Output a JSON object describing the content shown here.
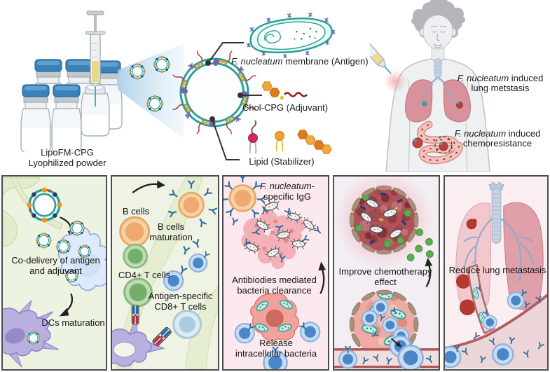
{
  "figure": {
    "product": {
      "line1": "LipoFM-CPG",
      "line2": "Lyophilized powder"
    },
    "legend": {
      "antigen_italic": "F. nucleatum",
      "antigen_rest": " membrane (Antigen)",
      "adjuvant": "Chol-CPG (Adjuvant)",
      "stabilizer": "Lipid (Stabilizer)"
    },
    "patient": {
      "lung_italic": "F. nucleatum",
      "lung_rest": " induced",
      "lung_line2": "lung metstasis",
      "chemo_italic": "F. nucleatum",
      "chemo_rest": " induced",
      "chemo_line2": "chemoresistance"
    },
    "panel_dc": {
      "line1": "Co-delivery of antigen",
      "line2": "and adjuvant",
      "maturation": "DCs maturation"
    },
    "panel_lymph": {
      "b_cells": "B cells",
      "mat1": "B cells",
      "mat2": "maturation",
      "cd4": "CD4+ T cells",
      "cd8_1": "Antigen-specific",
      "cd8_2": "CD8+ T cells"
    },
    "panel_ab": {
      "igg1": "F. nucleatum-",
      "igg2": "specific IgG",
      "clear1": "Antibiodies mediated",
      "clear2": "bacteria clearance",
      "rel1": "Release",
      "rel2": "intracellular bacteria"
    },
    "panel_chemo": {
      "line1": "Improve chemotherapy",
      "line2": "effect"
    },
    "panel_lung": {
      "reduce": "Reduce lung metastasis"
    }
  },
  "colors": {
    "liposome_teal": "#2aa198",
    "lipid_orange": "#f0941f",
    "protein_purple": "#6f63ab",
    "cpg_dark_red": "#a62c2c",
    "vial_cap_blue": "#3b82b8",
    "antibody_blue": "#2a6da0",
    "panel_green_bg": "#edf3e1",
    "panel_pink_bg": "#fce9ef",
    "panel_lavender_bg": "#f3edf4",
    "panel_rose_bg": "#fbeef1",
    "panel_border": "#4d4d4d",
    "text": "#1c1c1c"
  }
}
